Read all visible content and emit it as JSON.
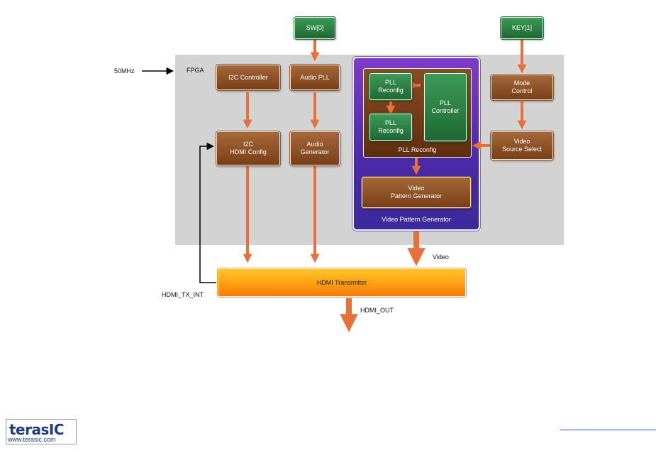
{
  "diagram": {
    "inputs": {
      "clock": "50MHz",
      "sw": "SW[0]",
      "key": "KEY[1]"
    },
    "fpga_label": "FPGA",
    "blocks": {
      "i2c_controller": "I2C Controller",
      "audio_pll": "Audio PLL",
      "i2c_hdmi_config": "I2C\nHDMI Config",
      "audio_generator": "Audio\nGenerator",
      "pll_reconfig_top": "PLL\nReconfig",
      "pll_reconfig_bottom": "PLL\nReconfig",
      "pll_controller": "PLL\nController",
      "pll_reconfig_group": "PLL Reconfig",
      "video_pattern_generator_inner": "Video\nPattern Generator",
      "video_pattern_generator_group": "Video Pattern Generator",
      "mode_control": "Mode\nControl",
      "video_source_select": "Video\nSource Select",
      "hdmi_transmitter": "HDMI Transmitter"
    },
    "signals": {
      "video": "Video",
      "hdmi_tx_int": "HDMI_TX_INT",
      "hdmi_out": "HDMI_OUT"
    },
    "colors": {
      "arrow": "#e8703a",
      "block_brown": "#8a4c22",
      "block_green": "#2f8a4a",
      "group_purple": "#5a2fb5",
      "transmitter_orange": "#ffa51c",
      "fpga_bg": "#d3d3d3"
    }
  },
  "footer": {
    "logo_text": "terasIC",
    "logo_url": "www.terasic.com"
  }
}
